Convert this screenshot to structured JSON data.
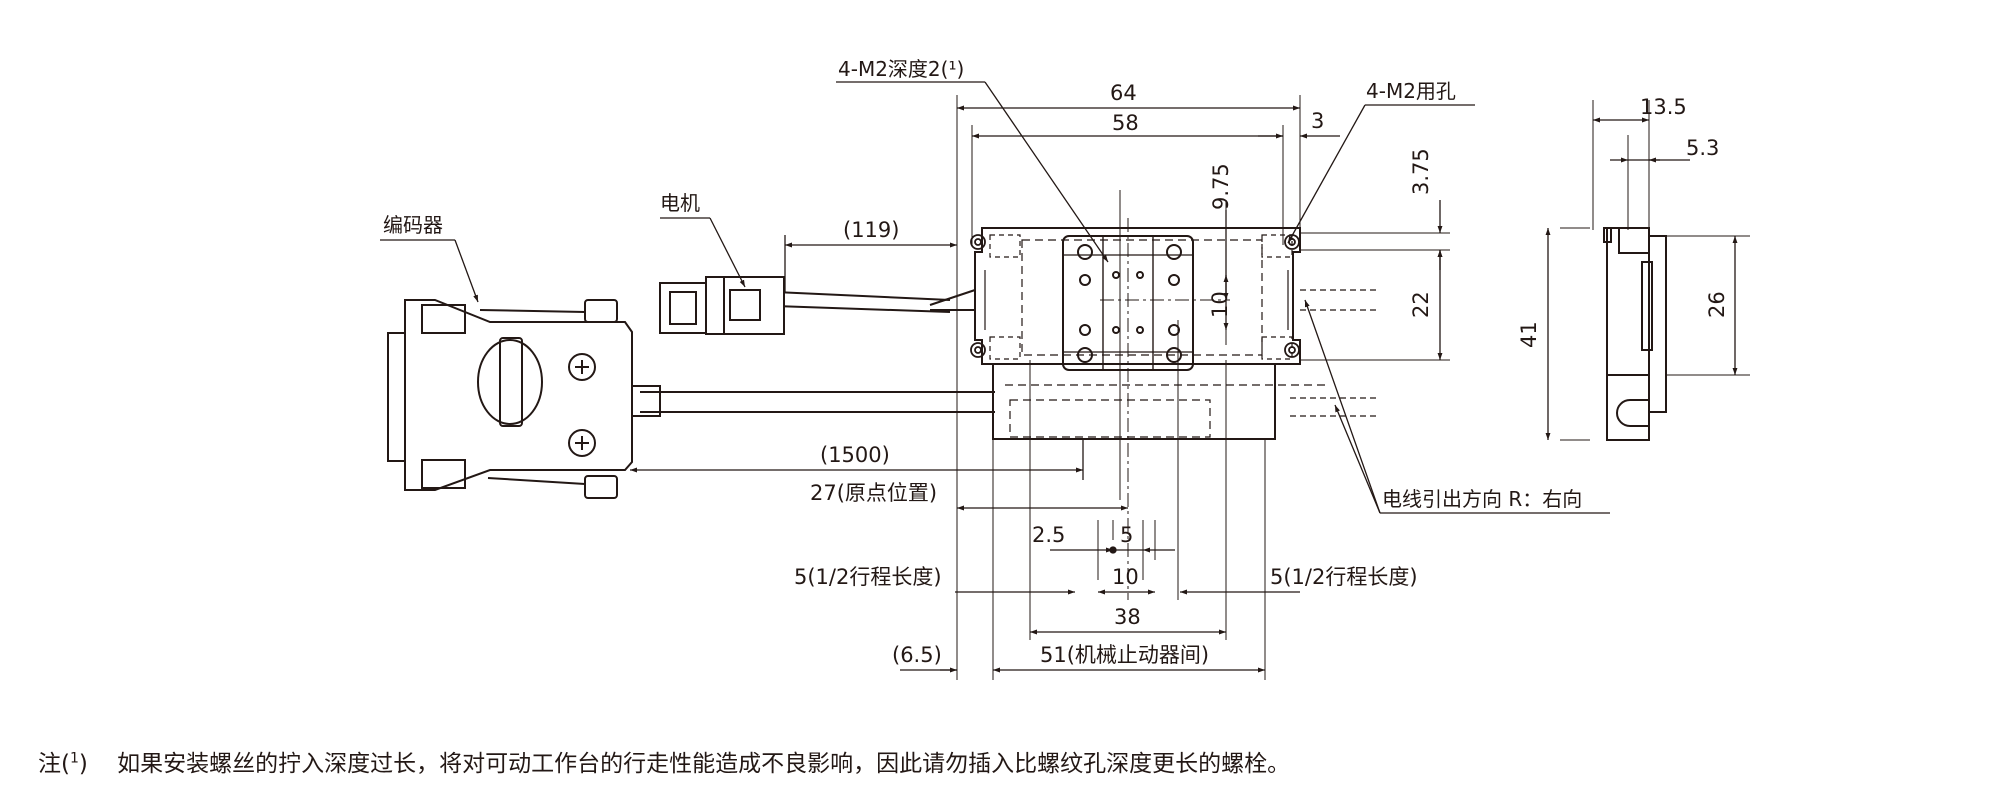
{
  "labels": {
    "tapped_holes": "4-M2深度2(¹)",
    "through_holes": "4-M2用孔",
    "motor": "电机",
    "encoder": "编码器",
    "cable_exit": "电线引出方向  R：右向"
  },
  "dimensions": {
    "len_119": "(119)",
    "len_1500": "(1500)",
    "w64": "64",
    "w58": "58",
    "w3": "3",
    "v975": "9.75",
    "v375": "3.75",
    "v10": "10",
    "v22": "22",
    "origin": "27(原点位置)",
    "d25": "2.5",
    "d5": "5",
    "d10": "10",
    "half_stroke_left": "5(1/2行程长度)",
    "half_stroke_right": "5(1/2行程长度)",
    "d38": "38",
    "d65": "(6.5)",
    "mech_stop": "51(机械止动器间)",
    "side_135": "13.5",
    "side_53": "5.3",
    "side_41": "41",
    "side_26": "26"
  },
  "note": {
    "prefix": "注(",
    "sup": "1",
    "close": ")",
    "text": "如果安装螺丝的拧入深度过长，将对可动工作台的行走性能造成不良影响，因此请勿插入比螺纹孔深度更长的螺栓。"
  }
}
